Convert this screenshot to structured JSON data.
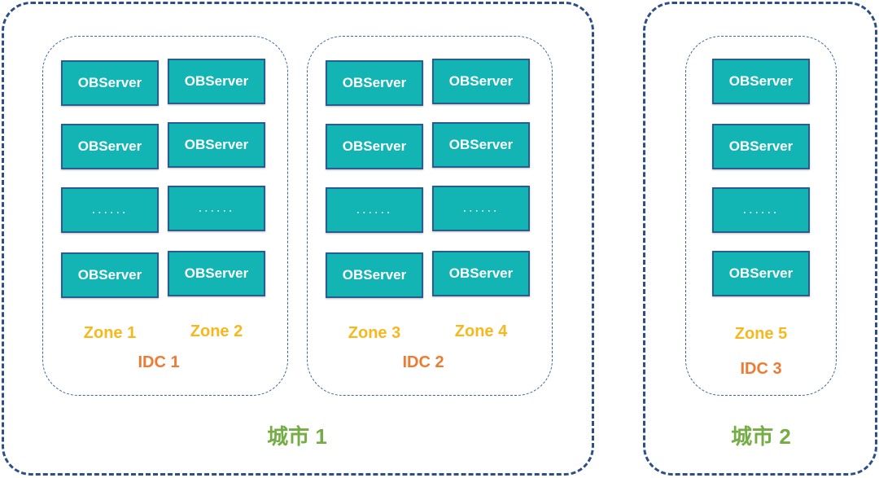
{
  "colors": {
    "server_fill": "#12b5b4",
    "server_border": "#2a5d8f",
    "zone_text": "#f6b81c",
    "idc_text": "#ec7b33",
    "city_text": "#74ad43",
    "city_border": "#2d4f86",
    "idc_border": "#3c64a0"
  },
  "labels": {
    "server": "OBServer",
    "ellipsis": "......"
  },
  "cities": [
    {
      "label": "城市 1",
      "idcs": [
        {
          "label": "IDC 1",
          "zones": [
            "Zone 1",
            "Zone 2"
          ]
        },
        {
          "label": "IDC 2",
          "zones": [
            "Zone 3",
            "Zone 4"
          ]
        }
      ]
    },
    {
      "label": "城市 2",
      "idcs": [
        {
          "label": "IDC 3",
          "zones": [
            "Zone 5"
          ]
        }
      ]
    }
  ]
}
